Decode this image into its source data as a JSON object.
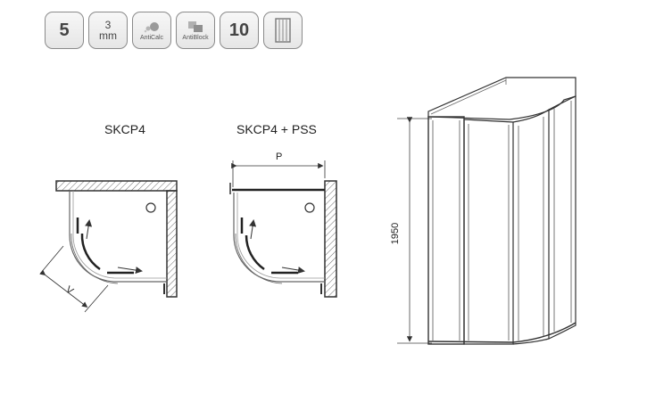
{
  "badges": {
    "thickness": "5",
    "unit_value": "3",
    "unit": "mm",
    "anticalc": "AntiCalc",
    "antiblock": "AntiBlock",
    "warranty": "10"
  },
  "icons": [
    "thickness-icon",
    "mm-icon",
    "anticalc-icon",
    "antiblock-icon",
    "warranty-icon",
    "shower-enclosure-icon"
  ],
  "diagrams": {
    "left_title": "SKCP4",
    "right_title": "SKCP4 + PSS",
    "dim_v": "V",
    "dim_p": "P",
    "height": "1950"
  }
}
